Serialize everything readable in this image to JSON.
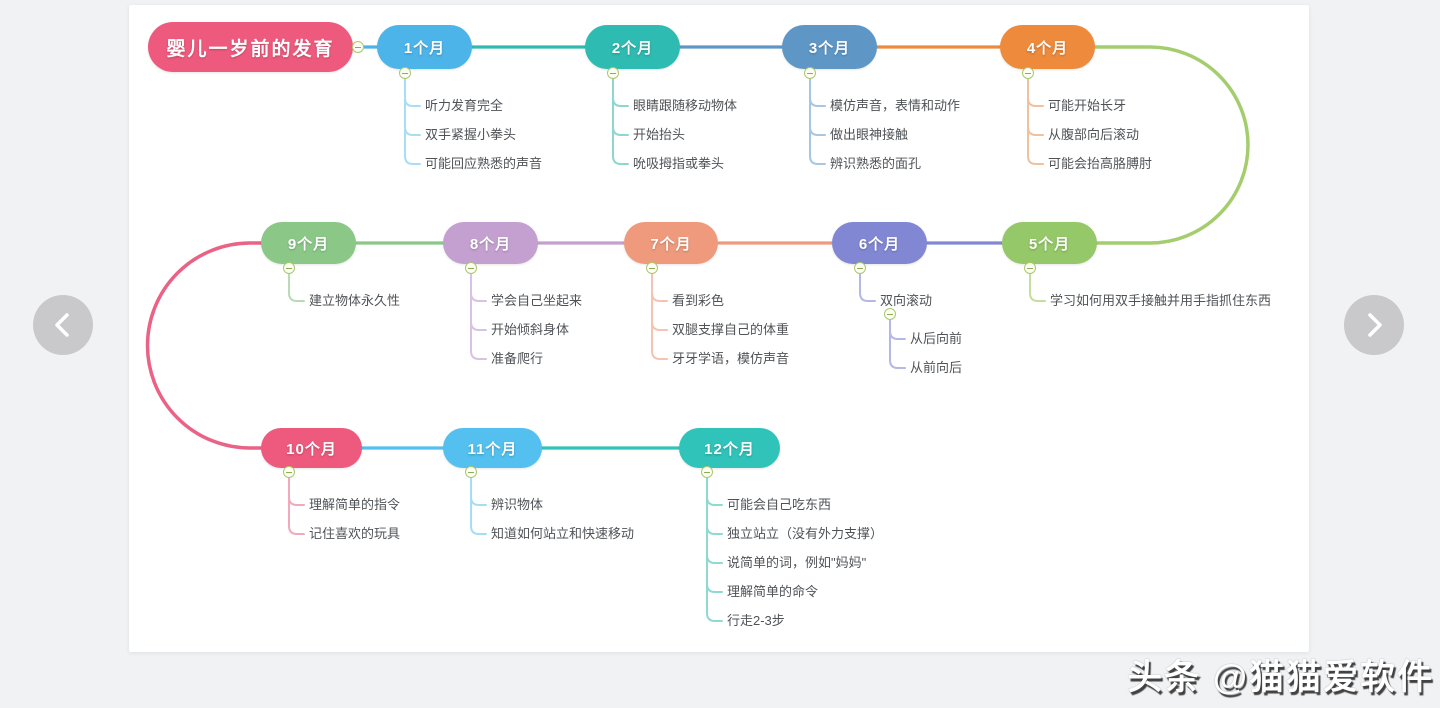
{
  "page": {
    "background_color": "#f1f2f4",
    "canvas_color": "#ffffff",
    "watermark": "头条 @猫猫爱软件"
  },
  "carousel": {
    "prev_icon": "chevron-left",
    "next_icon": "chevron-right"
  },
  "mindmap": {
    "root": {
      "label": "婴儿一岁前的发育",
      "color": "#ee5a7d"
    },
    "curve_colors": {
      "right": "#a4ce6d",
      "left": "#ea6285"
    },
    "badge_colors": {
      "fill": "#fcfef4",
      "border": "#aac86d",
      "minus": "#8fae52"
    },
    "nodes": [
      {
        "label": "1个月",
        "color": "#4cb4e8",
        "branch_color": "#a9ddf3",
        "children": [
          "听力发育完全",
          "双手紧握小拳头",
          "可能回应熟悉的声音"
        ]
      },
      {
        "label": "2个月",
        "color": "#2ebbb1",
        "branch_color": "#8ed6cf",
        "children": [
          "眼睛跟随移动物体",
          "开始抬头",
          "吮吸拇指或拳头"
        ]
      },
      {
        "label": "3个月",
        "color": "#5e97c6",
        "branch_color": "#a7c6df",
        "children": [
          "模仿声音，表情和动作",
          "做出眼神接触",
          "辨识熟悉的面孔"
        ]
      },
      {
        "label": "4个月",
        "color": "#ed8a3c",
        "branch_color": "#f0c19c",
        "children": [
          "可能开始长牙",
          "从腹部向后滚动",
          "可能会抬高胳膊肘"
        ]
      },
      {
        "label": "5个月",
        "color": "#95c869",
        "branch_color": "#c3de9f",
        "children": [
          "学习如何用双手接触并用手指抓住东西"
        ]
      },
      {
        "label": "6个月",
        "color": "#8287d3",
        "branch_color": "#b4b8e6",
        "children": [
          {
            "label": "双向滚动",
            "children": [
              "从后向前",
              "从前向后"
            ]
          }
        ]
      },
      {
        "label": "7个月",
        "color": "#ef9a7c",
        "branch_color": "#f4c3b2",
        "children": [
          "看到彩色",
          "双腿支撑自己的体重",
          "牙牙学语，模仿声音"
        ]
      },
      {
        "label": "8个月",
        "color": "#c3a0d0",
        "branch_color": "#d8c2e3",
        "children": [
          "学会自己坐起来",
          "开始倾斜身体",
          "准备爬行"
        ]
      },
      {
        "label": "9个月",
        "color": "#8bc888",
        "branch_color": "#b7dcb3",
        "children": [
          "建立物体永久性"
        ]
      },
      {
        "label": "10个月",
        "color": "#ee5a7d",
        "branch_color": "#f3a9bc",
        "children": [
          "理解简单的指令",
          "记住喜欢的玩具"
        ]
      },
      {
        "label": "11个月",
        "color": "#53c0ef",
        "branch_color": "#a6ddf4",
        "children": [
          "辨识物体",
          "知道如何站立和快速移动"
        ]
      },
      {
        "label": "12个月",
        "color": "#30c3b9",
        "branch_color": "#8fd9d3",
        "children": [
          "可能会自己吃东西",
          "独立站立（没有外力支撑）",
          "说简单的词，例如\"妈妈\"",
          "理解简单的命令",
          "行走2-3步"
        ]
      }
    ]
  }
}
